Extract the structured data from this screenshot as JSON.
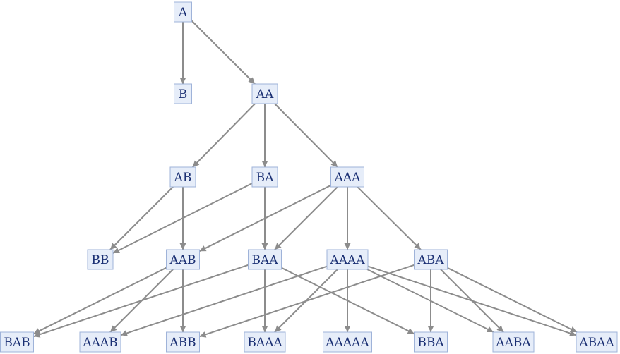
{
  "graph": {
    "nodes": [
      {
        "id": "A",
        "label": "A"
      },
      {
        "id": "B",
        "label": "B"
      },
      {
        "id": "AA",
        "label": "AA"
      },
      {
        "id": "AB",
        "label": "AB"
      },
      {
        "id": "BA",
        "label": "BA"
      },
      {
        "id": "AAA",
        "label": "AAA"
      },
      {
        "id": "BB",
        "label": "BB"
      },
      {
        "id": "AAB",
        "label": "AAB"
      },
      {
        "id": "BAA",
        "label": "BAA"
      },
      {
        "id": "AAAA",
        "label": "AAAA"
      },
      {
        "id": "ABA",
        "label": "ABA"
      },
      {
        "id": "BAB",
        "label": "BAB"
      },
      {
        "id": "AAAB",
        "label": "AAAB"
      },
      {
        "id": "ABB",
        "label": "ABB"
      },
      {
        "id": "BAAA",
        "label": "BAAA"
      },
      {
        "id": "AAAAA",
        "label": "AAAAA"
      },
      {
        "id": "BBA",
        "label": "BBA"
      },
      {
        "id": "AABA",
        "label": "AABA"
      },
      {
        "id": "ABAA",
        "label": "ABAA"
      }
    ],
    "edges": [
      [
        "A",
        "B"
      ],
      [
        "A",
        "AA"
      ],
      [
        "AA",
        "AB"
      ],
      [
        "AA",
        "BA"
      ],
      [
        "AA",
        "AAA"
      ],
      [
        "AB",
        "BB"
      ],
      [
        "AB",
        "AAB"
      ],
      [
        "BA",
        "BB"
      ],
      [
        "BA",
        "BAA"
      ],
      [
        "AAA",
        "AAB"
      ],
      [
        "AAA",
        "BAA"
      ],
      [
        "AAA",
        "AAAA"
      ],
      [
        "AAA",
        "ABA"
      ],
      [
        "AAB",
        "BAB"
      ],
      [
        "AAB",
        "AAAB"
      ],
      [
        "AAB",
        "ABB"
      ],
      [
        "BAA",
        "BAB"
      ],
      [
        "BAA",
        "BAAA"
      ],
      [
        "BAA",
        "BBA"
      ],
      [
        "AAAA",
        "AAAB"
      ],
      [
        "AAAA",
        "BAAA"
      ],
      [
        "AAAA",
        "AAAAA"
      ],
      [
        "AAAA",
        "AABA"
      ],
      [
        "AAAA",
        "ABAA"
      ],
      [
        "ABA",
        "ABB"
      ],
      [
        "ABA",
        "BBA"
      ],
      [
        "ABA",
        "AABA"
      ],
      [
        "ABA",
        "ABAA"
      ]
    ]
  }
}
